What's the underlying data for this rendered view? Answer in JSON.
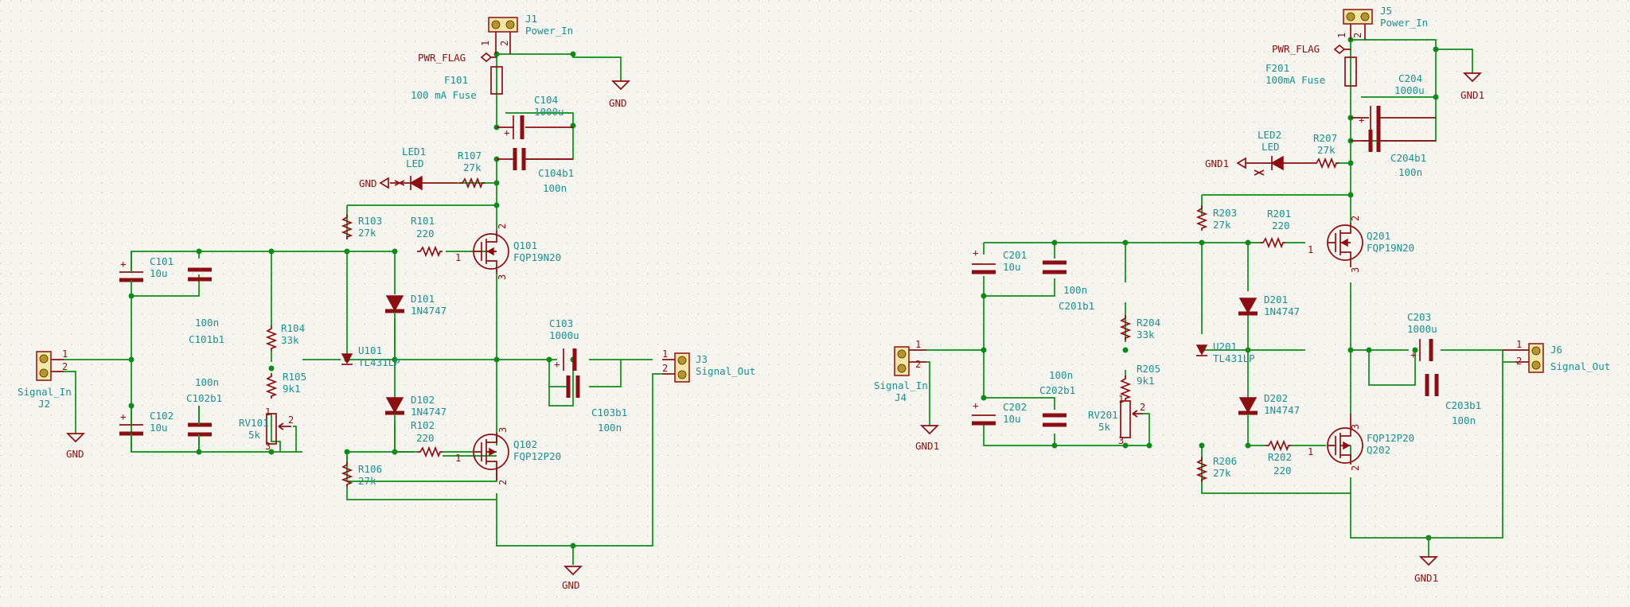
{
  "schematic": {
    "left": {
      "j1": {
        "ref": "J1",
        "value": "Power_In",
        "pin1": "1",
        "pin2": "2"
      },
      "pwr_flag": "PWR_FLAG",
      "gnd_top": "GND",
      "f101": {
        "ref": "F101",
        "value": "100 mA Fuse"
      },
      "c104": {
        "ref": "C104",
        "value": "1000u"
      },
      "c104b1": {
        "ref": "C104b1",
        "value": "100n"
      },
      "led1": {
        "ref": "LED1",
        "value": "LED"
      },
      "gnd_led": "GND",
      "r107": {
        "ref": "R107",
        "value": "27k"
      },
      "r103": {
        "ref": "R103",
        "value": "27k"
      },
      "r101": {
        "ref": "R101",
        "value": "220"
      },
      "q101": {
        "ref": "Q101",
        "value": "FQP19N20",
        "pin1": "1",
        "pin2": "2",
        "pin3": "3"
      },
      "c101": {
        "ref": "C101",
        "value": "10u"
      },
      "c101b1": {
        "ref": "C101b1",
        "value": "100n"
      },
      "d101": {
        "ref": "D101",
        "value": "1N4747"
      },
      "r104": {
        "ref": "R104",
        "value": "33k"
      },
      "u101": {
        "ref": "U101",
        "value": "TL431LP"
      },
      "c103": {
        "ref": "C103",
        "value": "1000u"
      },
      "c103b1": {
        "ref": "C103b1",
        "value": "100n"
      },
      "j2": {
        "ref": "J2",
        "value": "Signal_In",
        "pin1": "1",
        "pin2": "2"
      },
      "gnd_in": "GND",
      "j3": {
        "ref": "J3",
        "value": "Signal_Out",
        "pin1": "1",
        "pin2": "2"
      },
      "r105": {
        "ref": "R105",
        "value": "9k1"
      },
      "c102b1": {
        "ref": "C102b1",
        "value": "100n"
      },
      "c102": {
        "ref": "C102",
        "value": "10u"
      },
      "d102": {
        "ref": "D102",
        "value": "1N4747"
      },
      "rv101": {
        "ref": "RV101",
        "value": "5k",
        "pin1": "1",
        "pin2": "2",
        "pin3": "3"
      },
      "r102": {
        "ref": "R102",
        "value": "220"
      },
      "q102": {
        "ref": "Q102",
        "value": "FQP12P20",
        "pin1": "1",
        "pin2": "2",
        "pin3": "3"
      },
      "r106": {
        "ref": "R106",
        "value": "27k"
      },
      "gnd_bottom": "GND"
    },
    "right": {
      "j5": {
        "ref": "J5",
        "value": "Power_In",
        "pin1": "1",
        "pin2": "2"
      },
      "pwr_flag": "PWR_FLAG",
      "gnd_top": "GND1",
      "f201": {
        "ref": "F201",
        "value": "100mA Fuse"
      },
      "c204": {
        "ref": "C204",
        "value": "1000u"
      },
      "c204b1": {
        "ref": "C204b1",
        "value": "100n"
      },
      "led2": {
        "ref": "LED2",
        "value": "LED"
      },
      "gnd_led": "GND1",
      "r207": {
        "ref": "R207",
        "value": "27k"
      },
      "r203": {
        "ref": "R203",
        "value": "27k"
      },
      "r201": {
        "ref": "R201",
        "value": "220"
      },
      "q201": {
        "ref": "Q201",
        "value": "FQP19N20",
        "pin1": "1",
        "pin2": "2",
        "pin3": "3"
      },
      "c201": {
        "ref": "C201",
        "value": "10u"
      },
      "c201b1": {
        "ref": "C201b1",
        "value": "100n"
      },
      "d201": {
        "ref": "D201",
        "value": "1N4747"
      },
      "r204": {
        "ref": "R204",
        "value": "33k"
      },
      "u201": {
        "ref": "U201",
        "value": "TL431LP"
      },
      "c203": {
        "ref": "C203",
        "value": "1000u"
      },
      "c203b1": {
        "ref": "C203b1",
        "value": "100n"
      },
      "j4": {
        "ref": "J4",
        "value": "Signal_In",
        "pin1": "1",
        "pin2": "2"
      },
      "gnd_in": "GND1",
      "j6": {
        "ref": "J6",
        "value": "Signal_Out",
        "pin1": "1",
        "pin2": "2"
      },
      "r205": {
        "ref": "R205",
        "value": "9k1"
      },
      "c202b1": {
        "ref": "C202b1",
        "value": "100n"
      },
      "c202": {
        "ref": "C202",
        "value": "10u"
      },
      "d202": {
        "ref": "D202",
        "value": "1N4747"
      },
      "rv201": {
        "ref": "RV201",
        "value": "5k",
        "pin1": "1",
        "pin2": "2",
        "pin3": "3"
      },
      "r202": {
        "ref": "R202",
        "value": "220"
      },
      "q202": {
        "ref": "Q202",
        "value": "FQP12P20",
        "pin1": "1",
        "pin2": "2",
        "pin3": "3"
      },
      "r206": {
        "ref": "R206",
        "value": "27k"
      },
      "gnd_bottom": "GND1"
    }
  }
}
